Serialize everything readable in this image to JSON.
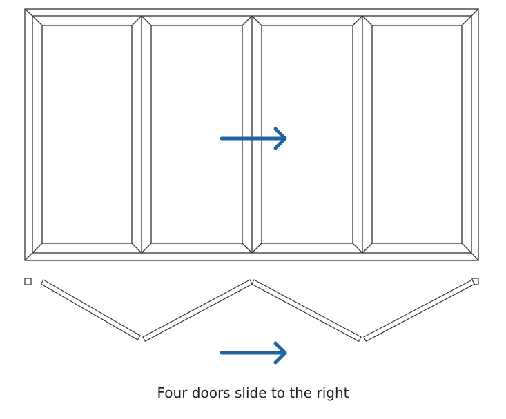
{
  "caption": "Four doors slide to the right",
  "colors": {
    "arrow": "#1f64a0",
    "line": "#333333"
  },
  "diagram": {
    "door_count": 4,
    "direction": "right"
  }
}
